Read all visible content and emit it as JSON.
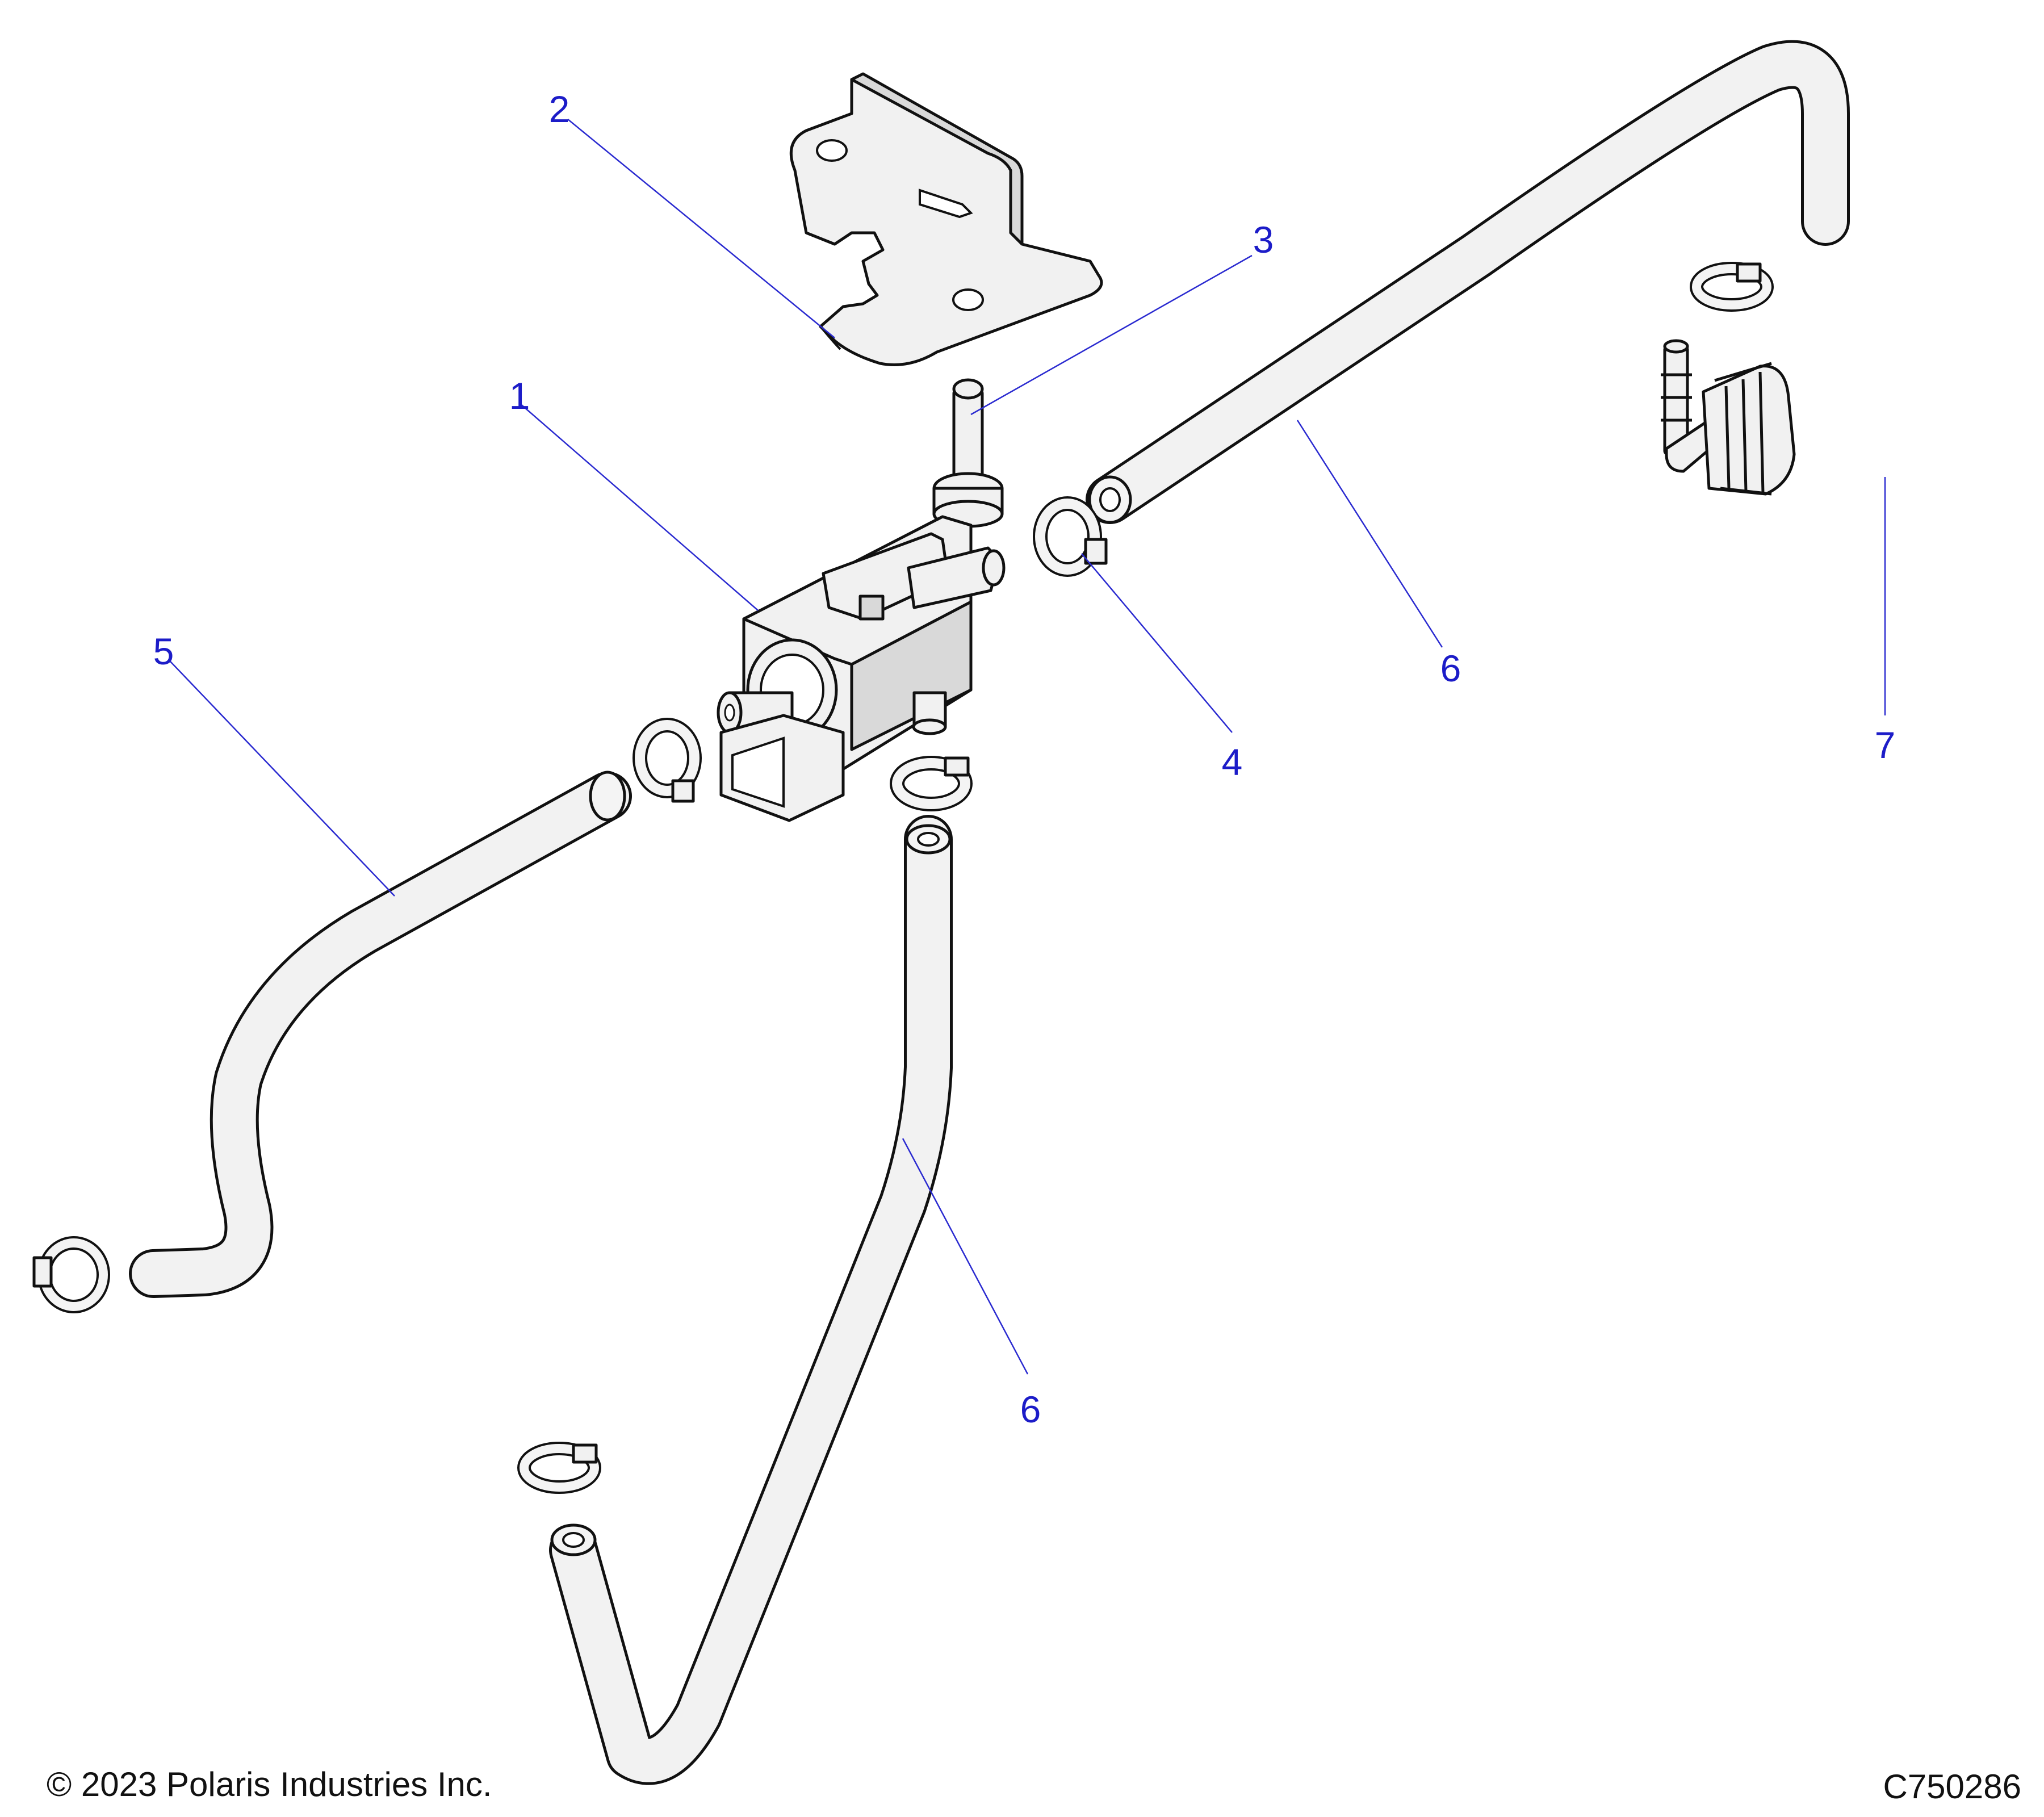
{
  "callouts": [
    {
      "id": "callout-1",
      "label": "1",
      "part": "solenoid-valve"
    },
    {
      "id": "callout-2",
      "label": "2",
      "part": "mounting-bracket"
    },
    {
      "id": "callout-3",
      "label": "3",
      "part": "mounting-stud-bolt"
    },
    {
      "id": "callout-4",
      "label": "4",
      "part": "hose-clamp"
    },
    {
      "id": "callout-5",
      "label": "5",
      "part": "curved-hose"
    },
    {
      "id": "callout-6a",
      "label": "6",
      "part": "upper-hose"
    },
    {
      "id": "callout-6b",
      "label": "6",
      "part": "lower-hose"
    },
    {
      "id": "callout-7",
      "label": "7",
      "part": "elbow-fitting"
    }
  ],
  "footer": {
    "copyright": "© 2023 Polaris Industries Inc.",
    "drawing_id": "C750286"
  },
  "colors": {
    "callout_text": "#1c1cc8",
    "leader_line": "#2a2ad0",
    "part_outline": "#111111",
    "part_fill": "#f1f1f1"
  }
}
